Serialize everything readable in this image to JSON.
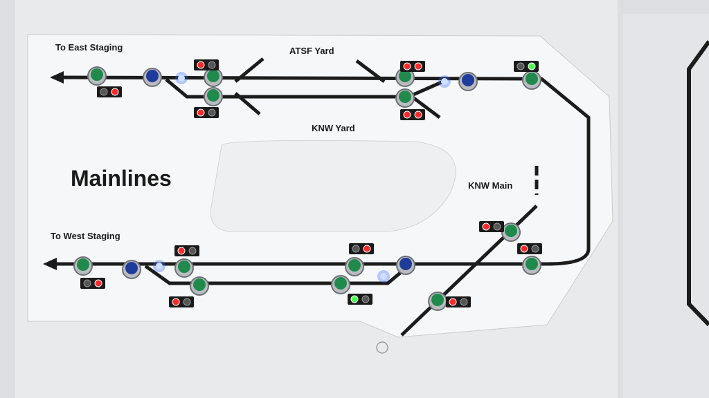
{
  "labels": {
    "east_staging": "To East Staging",
    "atsf_yard": "ATSF Yard",
    "knw_yard": "KNW Yard",
    "mainlines": "Mainlines",
    "knw_main": "KNW Main",
    "west_staging": "To West Staging"
  },
  "colors": {
    "track": "#1c1c1c",
    "button_green": "#1f8a4c",
    "button_blue": "#1f3c9a",
    "led_red": "#ff2a2a",
    "led_green": "#4cff4c",
    "led_blue": "#3a6bff",
    "panel": "#f4f5f6"
  }
}
